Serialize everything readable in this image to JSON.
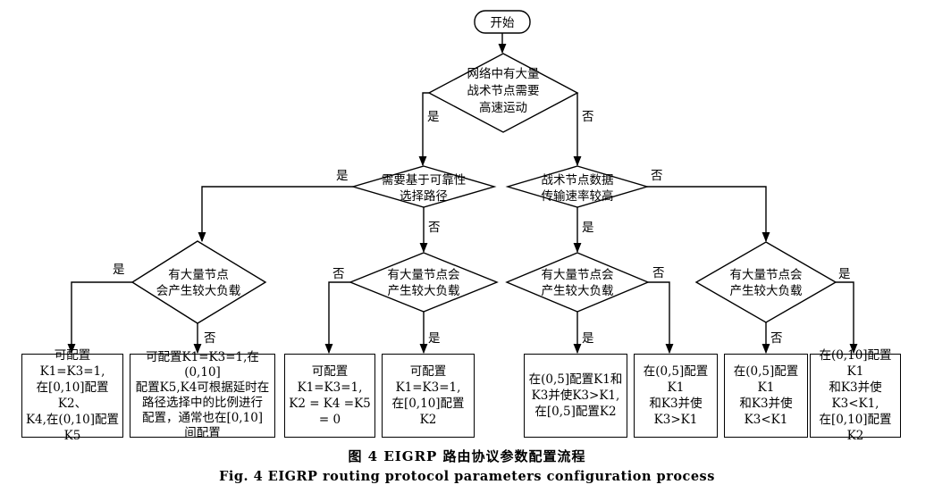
{
  "nodes": {
    "start": {
      "lines": [
        "开始"
      ]
    },
    "d1": {
      "lines": [
        "网络中有大量",
        "战术节点需要",
        "高速运动"
      ]
    },
    "d2": {
      "lines": [
        "需要基于可靠性",
        "选择路径"
      ]
    },
    "d3": {
      "lines": [
        "战术节点数据",
        "传输速率较高"
      ]
    },
    "d4": {
      "lines": [
        "有大量节点",
        "会产生较大负载"
      ]
    },
    "d5": {
      "lines": [
        "有大量节点会",
        "产生较大负载"
      ]
    },
    "d6": {
      "lines": [
        "有大量节点会",
        "产生较大负载"
      ]
    },
    "d7": {
      "lines": [
        "有大量节点会",
        "产生较大负载"
      ]
    }
  },
  "boxes": {
    "b1": {
      "lines": [
        "可配置K1=K3=1,",
        "在[0,10]配置K2、",
        "K4,在(0,10]配置K5"
      ]
    },
    "b2": {
      "lines": [
        "可配置K1=K3=1,在(0,10]",
        "配置K5,K4可根据延时在",
        "路径选择中的比例进行",
        "配置，通常也在[0,10]",
        "间配置"
      ]
    },
    "b3": {
      "lines": [
        "可配置K1=K3=1,",
        "K2 = K4 =K5 = 0"
      ]
    },
    "b4": {
      "lines": [
        "可配置K1=K3=1,",
        "在[0,10]配置K2"
      ]
    },
    "b5": {
      "lines": [
        "在(0,5]配置K1和",
        "K3并使K3>K1,",
        "在[0,5]配置K2"
      ]
    },
    "b6": {
      "lines": [
        "在(0,5]配置K1",
        "和K3并使",
        "K3>K1"
      ]
    },
    "b7": {
      "lines": [
        "在(0,5]配置K1",
        "和K3并使",
        "K3<K1"
      ]
    },
    "b8": {
      "lines": [
        "在(0,10]配置K1",
        "和K3并使K3<K1,",
        "在[0,10]配置K2"
      ]
    }
  },
  "edge_labels": {
    "yes": "是",
    "no": "否"
  },
  "caption": {
    "cn": "图 4    EIGRP 路由协议参数配置流程",
    "en": "Fig. 4    EIGRP routing protocol parameters configuration process"
  }
}
